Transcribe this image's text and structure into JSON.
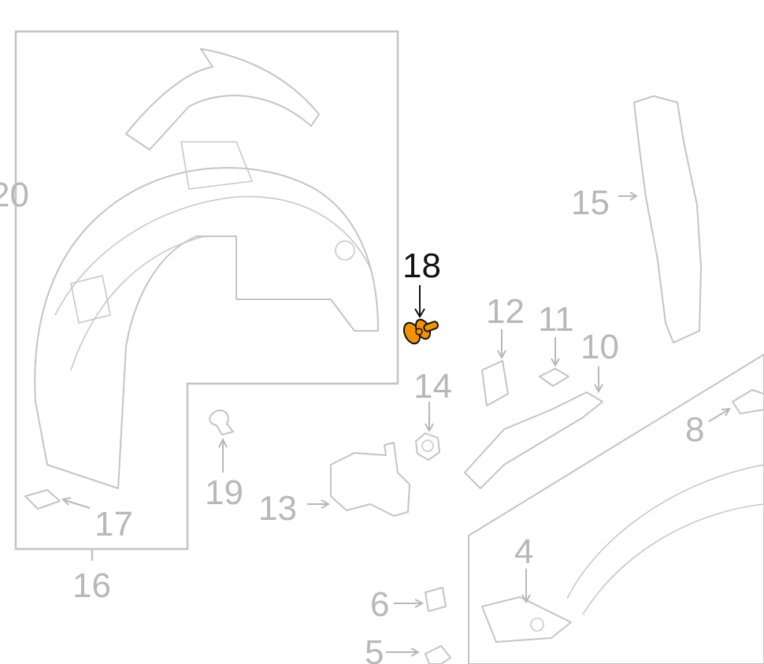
{
  "diagram": {
    "highlighted_part": "18",
    "highlight_color": "#f39200",
    "label_color": "#b8b8b8",
    "highlight_label_color": "#111111",
    "callouts": [
      "20",
      "15",
      "18",
      "12",
      "11",
      "10",
      "14",
      "8",
      "19",
      "13",
      "17",
      "16",
      "4",
      "6",
      "5"
    ]
  }
}
